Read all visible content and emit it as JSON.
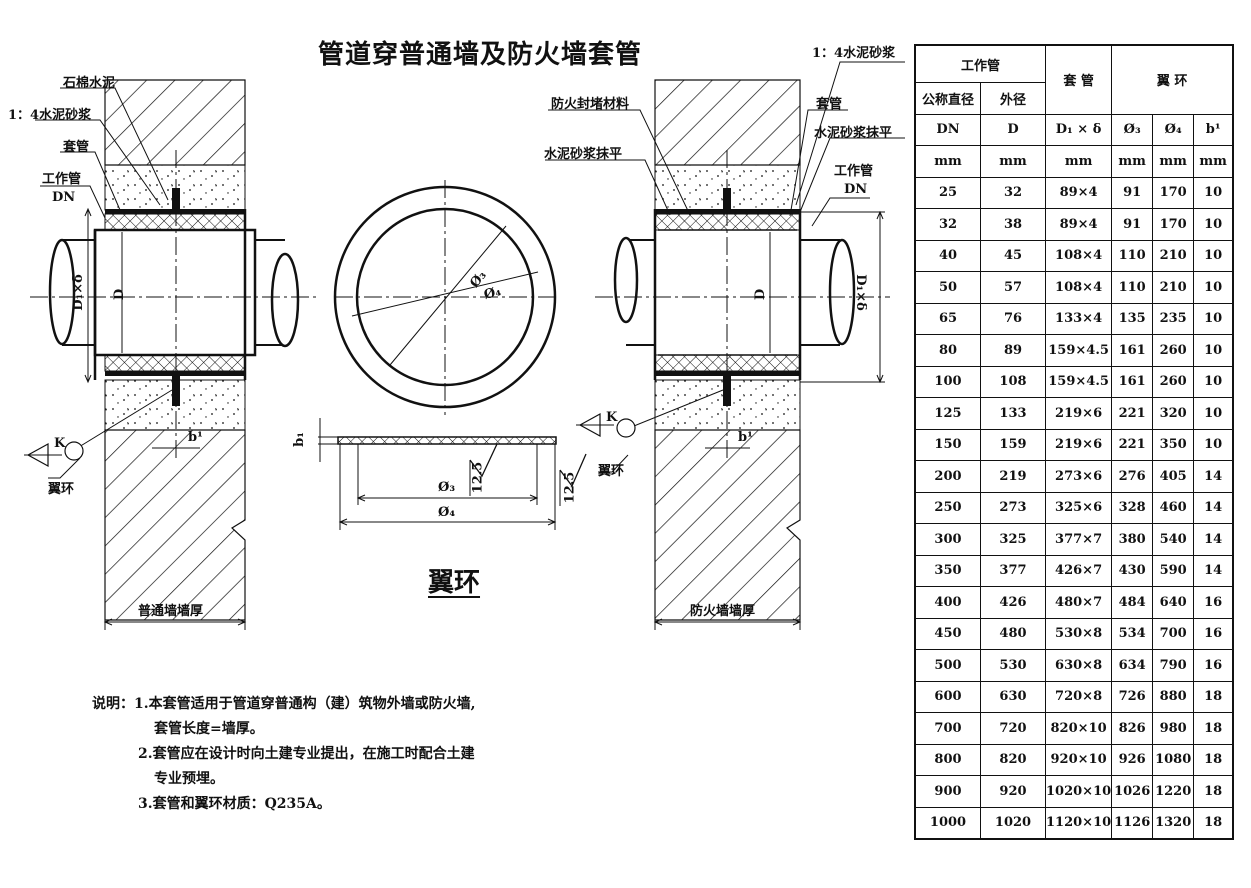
{
  "title": "管道穿普通墙及防火墙套管",
  "left_labels": {
    "asbestos_cement": "石棉水泥",
    "mortar": "1：4水泥砂浆",
    "sleeve": "套管",
    "work_pipe": "工作管",
    "dn": "DN",
    "d_dim": "D",
    "d1_dim": "D₁×δ",
    "k": "K",
    "wing_ring": "翼环",
    "b1": "b¹",
    "wall_thickness": "普通墙墙厚"
  },
  "right_labels": {
    "mortar": "1：4水泥砂浆",
    "fire_seal": "防火封堵材料",
    "sleeve": "套管",
    "mortar_smooth_1": "水泥砂浆抹平",
    "mortar_smooth_2": "水泥砂浆抹平",
    "work_pipe": "工作管",
    "dn": "DN",
    "d_dim": "D",
    "d1_dim": "D₁×δ",
    "k": "K",
    "wing_ring": "翼环",
    "b1": "b¹",
    "wall_thickness": "防火墙墙厚"
  },
  "ring_labels": {
    "phi3": "Ø₃",
    "phi4": "Ø₄",
    "b1": "b₁",
    "rough1": "12.5",
    "rough2": "12.5",
    "phi3_bottom": "Ø₃",
    "phi4_bottom": "Ø₄",
    "caption": "翼环"
  },
  "notes": [
    "说明：1.本套管适用于管道穿普通构（建）筑物外墙或防火墙,",
    "套管长度=墙厚。",
    "2.套管应在设计时向土建专业提出，在施工时配合土建",
    "专业预埋。",
    "3.套管和翼环材质：Q235A。"
  ],
  "table": {
    "header": {
      "work_pipe": "工作管",
      "sleeve": "套 管",
      "wing": "翼   环",
      "nominal": "公称直径",
      "outer": "外径",
      "col_dn": "DN",
      "col_d": "D",
      "col_d1": "D₁ × δ",
      "col_phi3": "Ø₃",
      "col_phi4": "Ø₄",
      "col_b1": "b¹",
      "units": [
        "mm",
        "mm",
        "mm",
        "mm",
        "mm",
        "mm"
      ]
    },
    "rows": [
      [
        "25",
        "32",
        "89×4",
        "91",
        "170",
        "10"
      ],
      [
        "32",
        "38",
        "89×4",
        "91",
        "170",
        "10"
      ],
      [
        "40",
        "45",
        "108×4",
        "110",
        "210",
        "10"
      ],
      [
        "50",
        "57",
        "108×4",
        "110",
        "210",
        "10"
      ],
      [
        "65",
        "76",
        "133×4",
        "135",
        "235",
        "10"
      ],
      [
        "80",
        "89",
        "159×4.5",
        "161",
        "260",
        "10"
      ],
      [
        "100",
        "108",
        "159×4.5",
        "161",
        "260",
        "10"
      ],
      [
        "125",
        "133",
        "219×6",
        "221",
        "320",
        "10"
      ],
      [
        "150",
        "159",
        "219×6",
        "221",
        "350",
        "10"
      ],
      [
        "200",
        "219",
        "273×6",
        "276",
        "405",
        "14"
      ],
      [
        "250",
        "273",
        "325×6",
        "328",
        "460",
        "14"
      ],
      [
        "300",
        "325",
        "377×7",
        "380",
        "540",
        "14"
      ],
      [
        "350",
        "377",
        "426×7",
        "430",
        "590",
        "14"
      ],
      [
        "400",
        "426",
        "480×7",
        "484",
        "640",
        "16"
      ],
      [
        "450",
        "480",
        "530×8",
        "534",
        "700",
        "16"
      ],
      [
        "500",
        "530",
        "630×8",
        "634",
        "790",
        "16"
      ],
      [
        "600",
        "630",
        "720×8",
        "726",
        "880",
        "18"
      ],
      [
        "700",
        "720",
        "820×10",
        "826",
        "980",
        "18"
      ],
      [
        "800",
        "820",
        "920×10",
        "926",
        "1080",
        "18"
      ],
      [
        "900",
        "920",
        "1020×10",
        "1026",
        "1220",
        "18"
      ],
      [
        "1000",
        "1020",
        "1120×10",
        "1126",
        "1320",
        "18"
      ]
    ]
  }
}
